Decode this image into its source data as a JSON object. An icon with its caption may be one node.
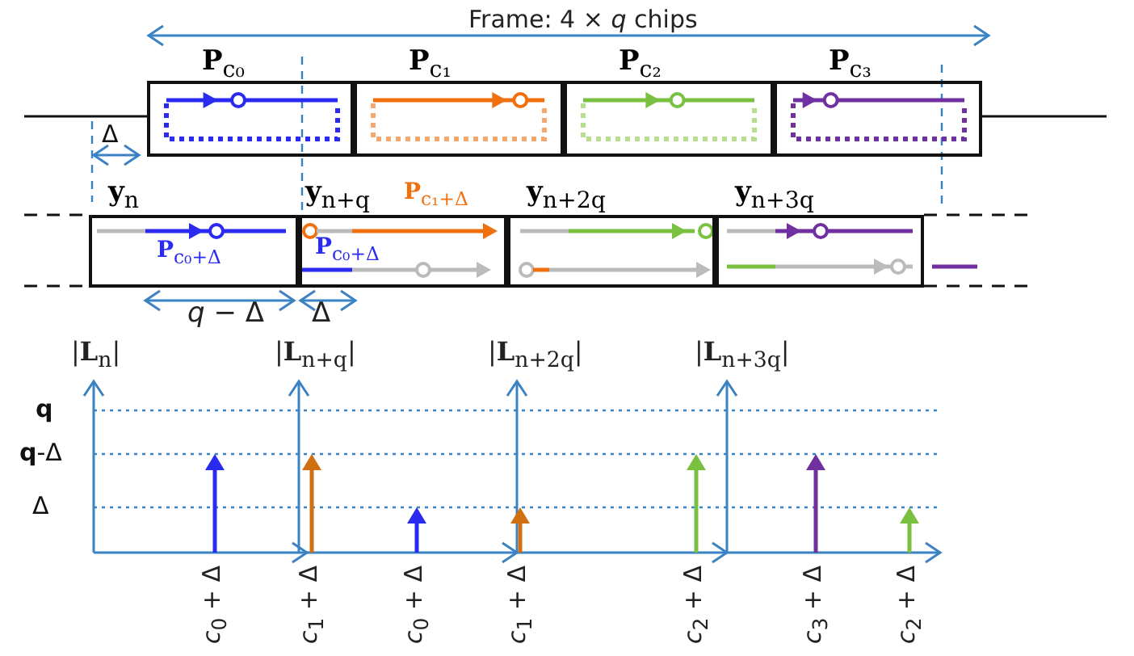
{
  "diagram": {
    "nodes": [
      {
        "text": [
          "**P**$_{c₀}$"
        ]
      },
      {
        "text": [
          "**P**$_{c₁}$"
        ]
      },
      {
        "text": [
          "**P**$_{c₂}$"
        ]
      },
      {
        "text": [
          "**P**$_{c₃}$"
        ]
      },
      {
        "text": [
          "**y**$_{n}$"
        ]
      },
      {
        "text": [
          "**y**$_{n+q}$"
        ]
      },
      {
        "text": [
          "**y**$_{n+2q}$"
        ]
      },
      {
        "text": [
          "**y**$_{n+3q}$"
        ]
      }
    ],
    "labels": [
      "Frame: 4 × *q* chips",
      "Δ",
      "**P**$_{c₁+Δ}$",
      "**P**$_{c₀+Δ}$",
      "**P**$_{c₀+Δ}$",
      "*q* − Δ",
      "Δ",
      "|**L**$_{n}$|",
      "|**L**$_{n+q}$|",
      "|**L**$_{n+2q}$|",
      "|**L**$_{n+3q}$|",
      "**q**",
      "**q**-Δ",
      "Δ",
      "*c*$_{0}$ + Δ",
      "*c*$_{1}$ + Δ",
      "*c*$_{0}$ + Δ",
      "*c*$_{1}$ + Δ",
      "*c*$_{2}$ + Δ",
      "*c*$_{3}$ + Δ",
      "*c*$_{2}$ + Δ"
    ]
  }
}
